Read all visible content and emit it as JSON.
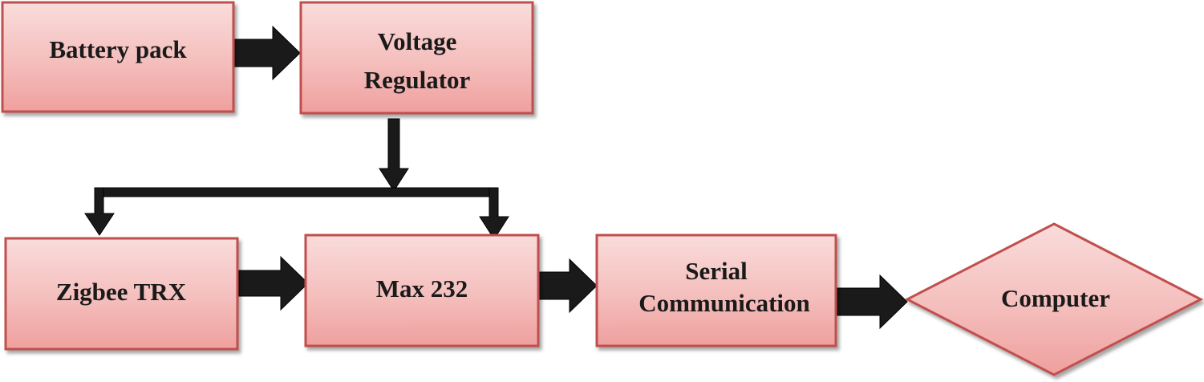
{
  "diagram": {
    "nodes": {
      "battery_pack": {
        "label": "Battery pack"
      },
      "voltage_regulator": {
        "label_line1": "Voltage",
        "label_line2": "Regulator"
      },
      "zigbee_trx": {
        "label": "Zigbee TRX"
      },
      "max_232": {
        "label": "Max 232"
      },
      "serial_communication": {
        "label_line1": "Serial",
        "label_line2": "Communication"
      },
      "computer": {
        "label": "Computer",
        "shape": "diamond"
      }
    },
    "edges": [
      {
        "from": "battery_pack",
        "to": "voltage_regulator"
      },
      {
        "from": "voltage_regulator",
        "to": "zigbee_trx"
      },
      {
        "from": "voltage_regulator",
        "to": "max_232"
      },
      {
        "from": "zigbee_trx",
        "to": "max_232"
      },
      {
        "from": "max_232",
        "to": "serial_communication"
      },
      {
        "from": "serial_communication",
        "to": "computer"
      }
    ],
    "colors": {
      "box_fill_top": "#f8d6d5",
      "box_fill_bottom": "#f0a3a1",
      "box_border": "#c0504d",
      "arrow": "#1a1a1a"
    }
  }
}
